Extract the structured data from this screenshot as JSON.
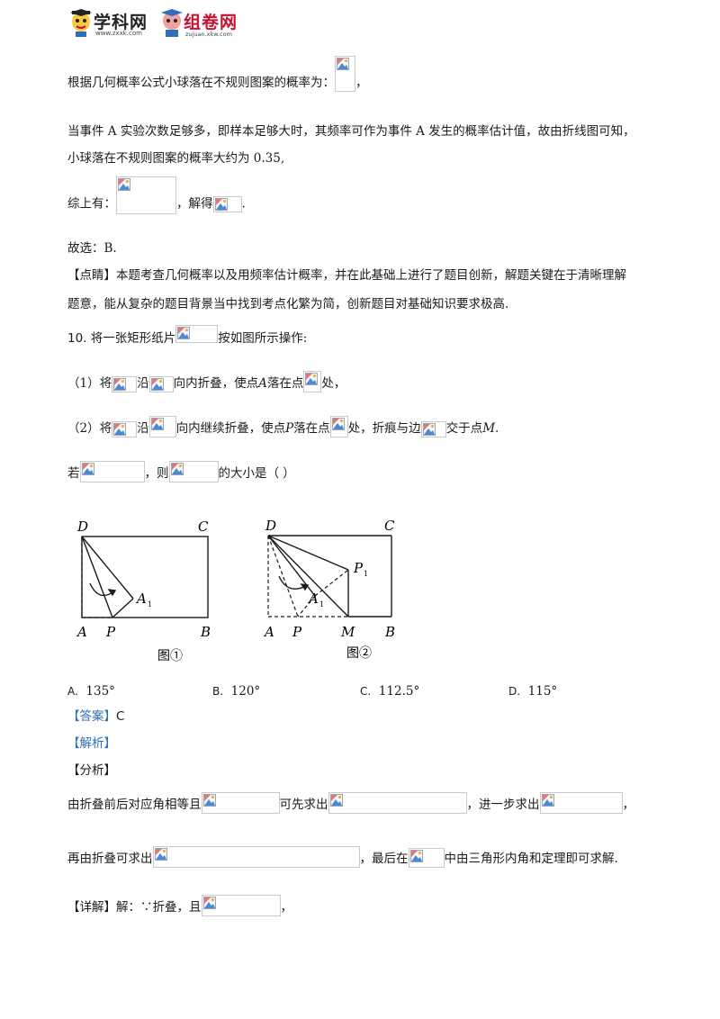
{
  "header": {
    "logo1_text": "学科网",
    "logo1_sub": "www.zxxk.com",
    "logo2_text": "组卷网",
    "logo2_sub": "zujuan.xkw.com"
  },
  "lines": {
    "l1": "根据几何概率公式小球落在不规则图案的概率为：",
    "l1_end": "，",
    "l2": "当事件 A 实验次数足够多，即样本足够大时，其频率可作为事件 A 发生的概率估计值，故由折线图可知，",
    "l3": "小球落在不规则图案的概率大约为 0.35,",
    "l4a": "综上有：",
    "l4b": "，解得",
    "l4c": ".",
    "l5": "故选：B.",
    "l6": "【点睛】本题考查几何概率以及用频率估计概率，并在此基础上进行了题目创新，解题关键在于清晰理解",
    "l7": "题意，能从复杂的题目背景当中找到考点化繁为简，创新题目对基础知识要求极高.",
    "l8a": "10.",
    "l8b": "将一张矩形纸片",
    "l8c": "按如图所示操作:",
    "l9a": "（1）将",
    "l9b": "沿",
    "l9c": "向内折叠，使点",
    "l9d": "A",
    "l9e": "落在点",
    "l9f": "处，",
    "l10a": "（2）将",
    "l10b": "沿",
    "l10c": "向内继续折叠，使点",
    "l10d": "P",
    "l10e": "落在点",
    "l10f": "处，折痕与边",
    "l10g": "交于点",
    "l10h": "M.",
    "l11a": "若",
    "l11b": "，则",
    "l11c": "的大小是（    ）"
  },
  "figures": {
    "fig1": {
      "D": "D",
      "C": "C",
      "A": "A",
      "P": "P",
      "B": "B",
      "A1": "A",
      "A1_sub": "1",
      "caption": "图①"
    },
    "fig2": {
      "D": "D",
      "C": "C",
      "A": "A",
      "P": "P",
      "M": "M",
      "B": "B",
      "A1": "A",
      "A1_sub": "1",
      "P1": "P",
      "P1_sub": "1",
      "caption": "图②"
    }
  },
  "options": [
    {
      "letter": "A.",
      "value": "135°"
    },
    {
      "letter": "B.",
      "value": "120°"
    },
    {
      "letter": "C.",
      "value": "112.5°"
    },
    {
      "letter": "D.",
      "value": "115°"
    }
  ],
  "answer": {
    "label": "【答案】",
    "value": "C"
  },
  "analysis": {
    "jiexi": "【解析】",
    "fenxi": "【分析】",
    "a1": "由折叠前后对应角相等且",
    "a2": "可先求出",
    "a3": "，进一步求出",
    "a4": "，",
    "b1": "再由折叠可求出",
    "b2": "，最后在",
    "b3": "中由三角形内角和定理即可求解.",
    "c1": "【详解】解：∵折叠，且",
    "c2": "，"
  },
  "colors": {
    "accent_blue": "#2f6fb5",
    "logo_red": "#c8102e"
  }
}
